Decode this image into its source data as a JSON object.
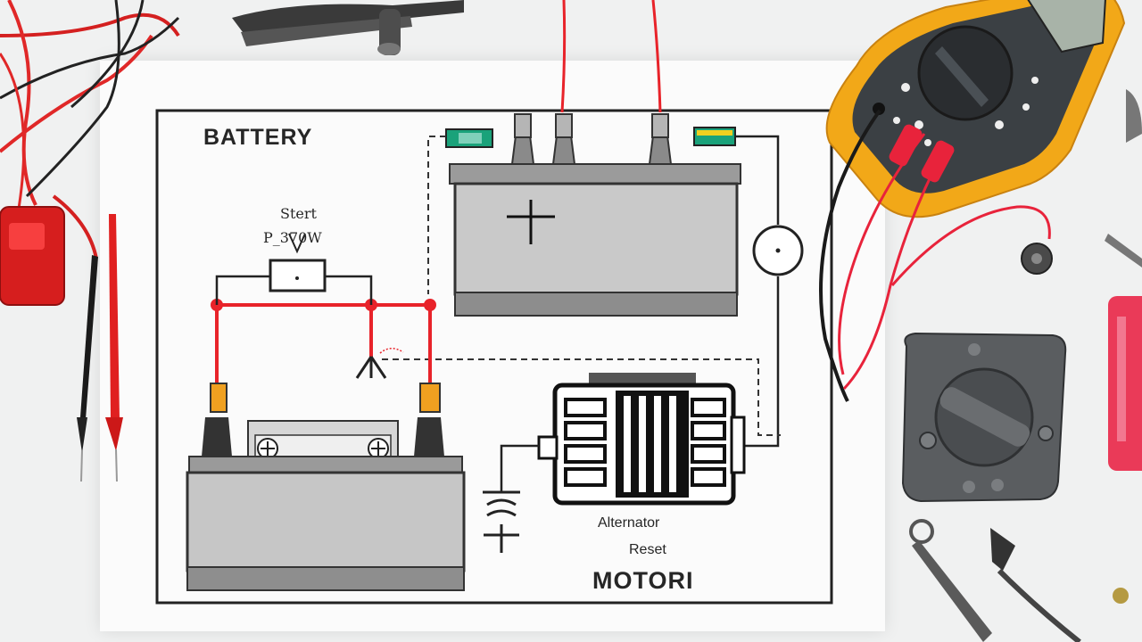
{
  "diagram": {
    "title": "BATTERY",
    "switch_label": "Stert",
    "switch_spec": "P_370W",
    "component_label_line1": "Alternator",
    "component_label_line2": "Reset",
    "motor_label": "MOTORI"
  },
  "colors": {
    "wire_red": "#e8232a",
    "multimeter_yellow": "#f2a818",
    "battery_gray": "#bdbdbd",
    "fuse_orange": "#f0a020",
    "fuse_green": "#1aa27a"
  }
}
